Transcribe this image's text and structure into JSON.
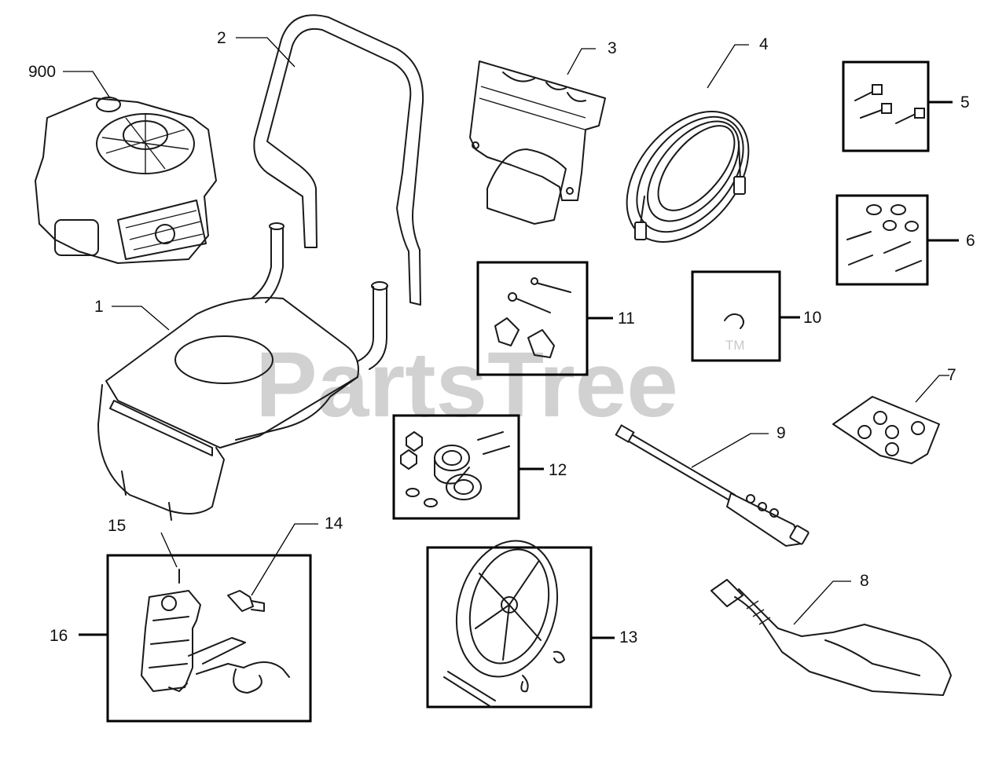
{
  "watermark": {
    "text": "PartsTree",
    "tm": "TM"
  },
  "callouts": {
    "c900": "900",
    "c1": "1",
    "c2": "2",
    "c3": "3",
    "c4": "4",
    "c5": "5",
    "c6": "6",
    "c7": "7",
    "c8": "8",
    "c9": "9",
    "c10": "10",
    "c11": "11",
    "c12": "12",
    "c13": "13",
    "c14": "14",
    "c15": "15",
    "c16": "16"
  }
}
